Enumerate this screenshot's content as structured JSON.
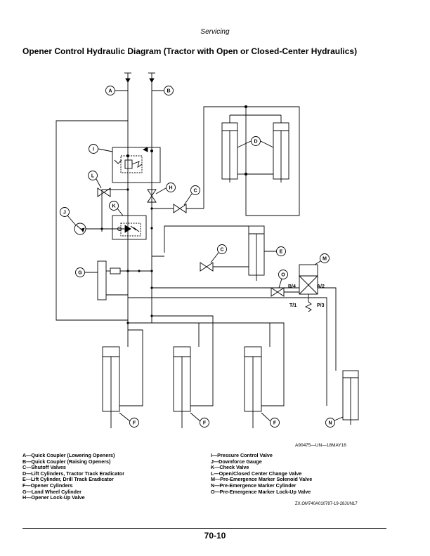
{
  "header": {
    "section": "Servicing"
  },
  "title": "Opener Control Hydraulic Diagram (Tractor with Open or Closed-Center Hydraulics)",
  "diagram": {
    "callouts": [
      "A",
      "B",
      "C",
      "C",
      "D",
      "E",
      "F",
      "F",
      "F",
      "G",
      "H",
      "I",
      "J",
      "K",
      "L",
      "M",
      "N",
      "O"
    ],
    "port_labels": {
      "b4": "B/4",
      "a2": "A/2",
      "t1": "T/1",
      "p3": "P/3"
    }
  },
  "figure_id": "A90475—UN—18MAY16",
  "legend": {
    "left": [
      "A—Quick Coupler (Lowering Openers)",
      "B—Quick Coupler (Raising Openers)",
      "C—Shutoff Valves",
      "D—Lift Cylinders, Tractor Track Eradicator",
      "E—Lift Cylinder, Drill Track Eradicator",
      "F—Opener Cylinders",
      "G—Land Wheel Cylinder",
      "H—Opener Lock-Up Valve"
    ],
    "right": [
      "I—Pressure Control Valve",
      "J—Downforce Gauge",
      "K—Check Valve",
      "L—Open/Closed Center Change Valve",
      "M—Pre-Emergence Marker Solenoid Valve",
      "N—Pre-Emergence Marker Cylinder",
      "O—Pre-Emergence Marker Lock-Up Valve"
    ]
  },
  "doc_id": "ZX,OM740A010787-19-28JUN17",
  "page_number": "70-10"
}
